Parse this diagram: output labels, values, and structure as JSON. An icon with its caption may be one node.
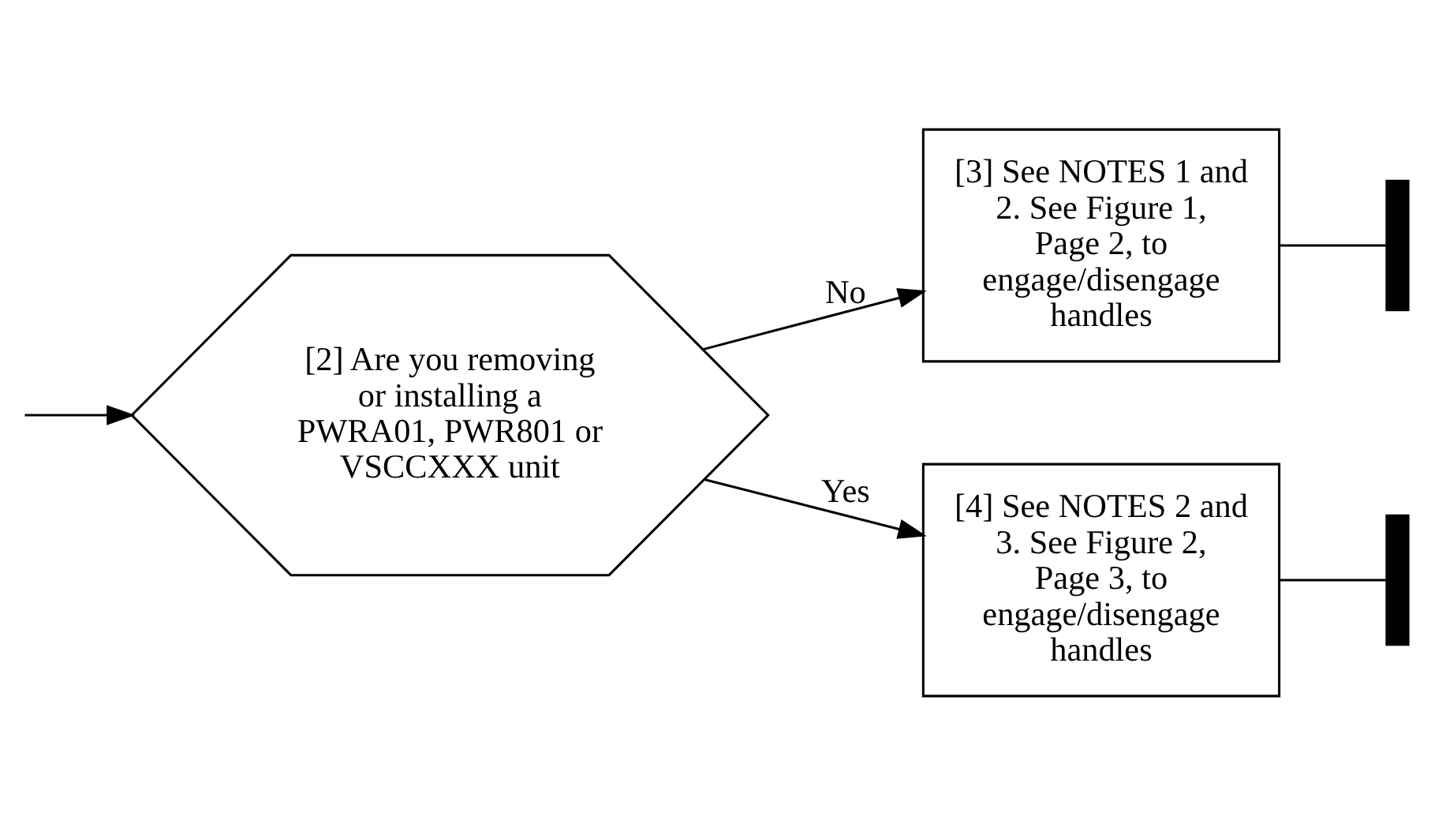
{
  "diagram": {
    "nodes": [
      {
        "text": [
          "[2] Are you removing or installing a PWRA01, PWR801 or VSCCXXX unit"
        ]
      },
      {
        "text": [
          "[3] See NOTES 1 and 2. See Figure 1, Page 2, to engage/disengage handles"
        ]
      },
      {
        "text": [
          "[4] See NOTES 2 and 3. See Figure 2, Page 3, to engage/disengage handles"
        ]
      },
      {
        "text": [],
        "shape": "bar"
      },
      {
        "text": [],
        "shape": "bar"
      }
    ],
    "edges": [
      {
        "from": null,
        "to": 0,
        "arrow": "to"
      },
      {
        "from": 0,
        "to": 1,
        "arrow": "to",
        "label": "No"
      },
      {
        "from": 0,
        "to": 2,
        "arrow": "to",
        "label": "Yes"
      },
      {
        "from": 1,
        "to": 3,
        "arrow": "none"
      },
      {
        "from": 2,
        "to": 4,
        "arrow": "none"
      }
    ]
  }
}
